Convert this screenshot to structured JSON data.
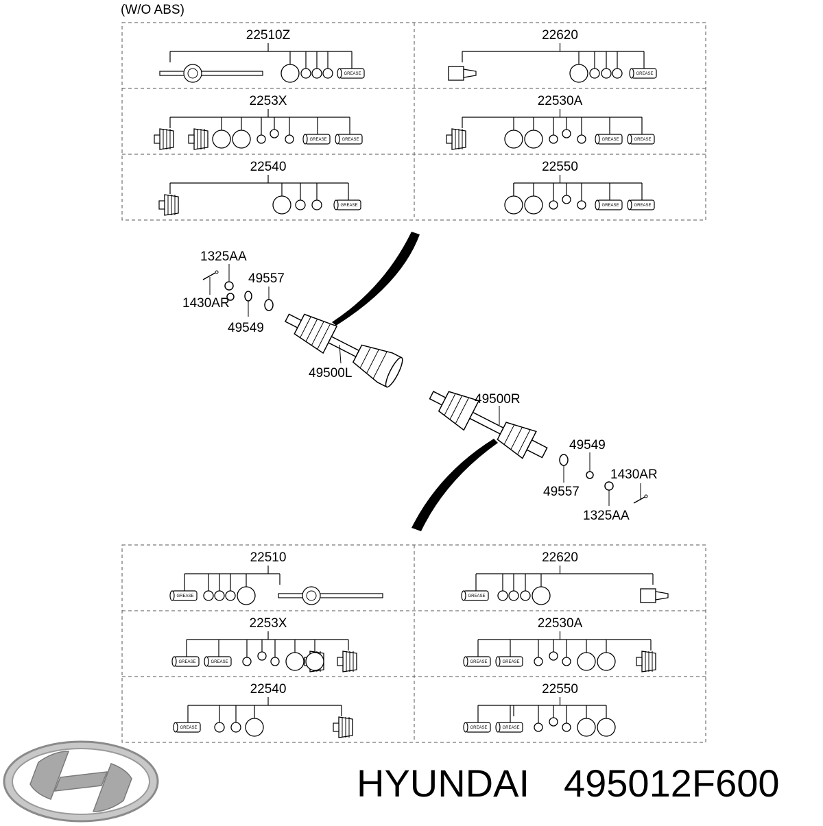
{
  "note_top": "(W/O ABS)",
  "top_kits": [
    {
      "code": "22510Z",
      "variant": "shaft"
    },
    {
      "code": "22620",
      "variant": "joint"
    },
    {
      "code": "2253X",
      "variant": "double-boot"
    },
    {
      "code": "22530A",
      "variant": "boot-two"
    },
    {
      "code": "22540",
      "variant": "boot-one"
    },
    {
      "code": "22550",
      "variant": "rings-two"
    }
  ],
  "bottom_kits": [
    {
      "code": "22510",
      "variant": "shaft"
    },
    {
      "code": "22620",
      "variant": "joint"
    },
    {
      "code": "2253X",
      "variant": "double-boot"
    },
    {
      "code": "22530A",
      "variant": "boot-two"
    },
    {
      "code": "22540",
      "variant": "boot-one"
    },
    {
      "code": "22550",
      "variant": "rings-two"
    }
  ],
  "grease_label": "GREASE",
  "left_callouts": {
    "nut": "1325AA",
    "pin": "1430AR",
    "washer": "49557",
    "seal": "49549",
    "shaft": "49500L"
  },
  "right_callouts": {
    "shaft": "49500R",
    "seal": "49549",
    "washer": "49557",
    "pin": "1430AR",
    "nut": "1325AA"
  },
  "caption": {
    "brand": "HYUNDAI",
    "part_number": "495012F600"
  },
  "logo": {
    "name": "hyundai-logo",
    "color": "#9a9a9a"
  }
}
